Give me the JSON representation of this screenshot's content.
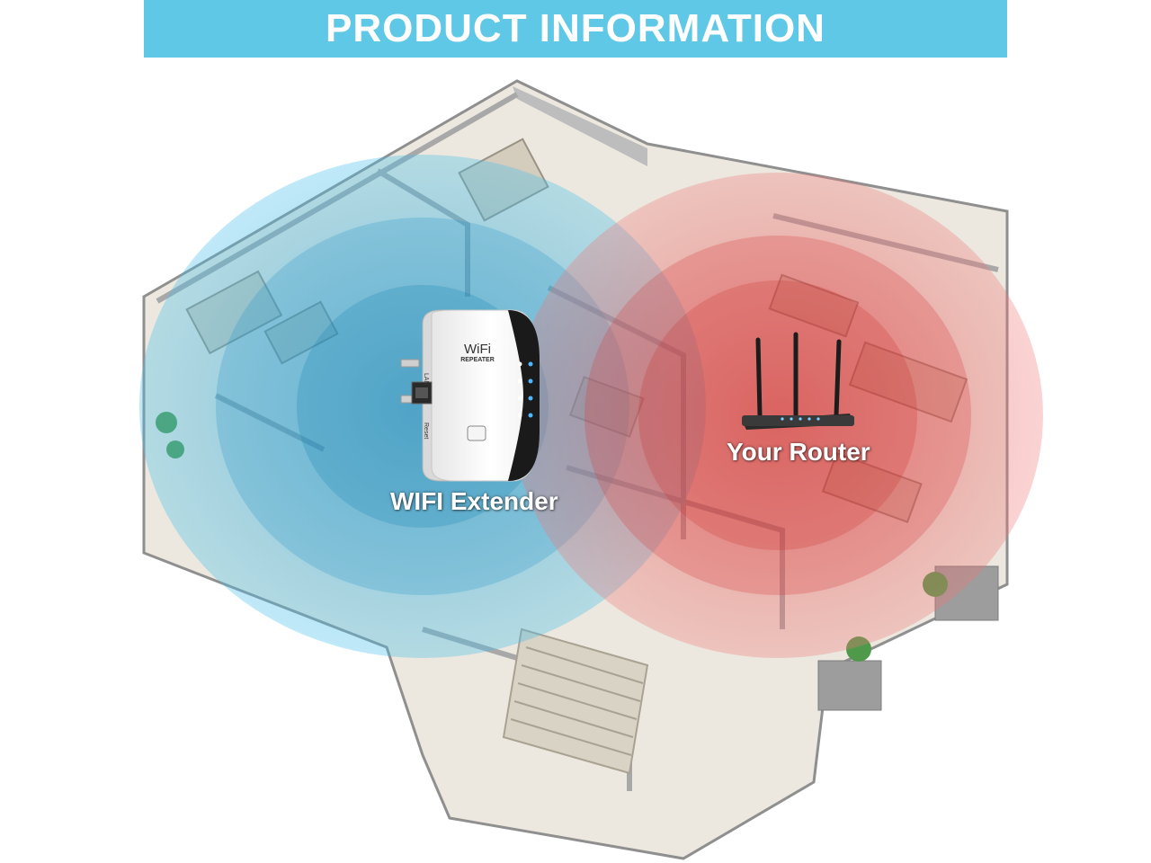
{
  "header": {
    "title": "PRODUCT INFORMATION",
    "bg_color": "#5ec8e6"
  },
  "labels": {
    "extender": "WIFI Extender",
    "router": "Your Router"
  },
  "device": {
    "brand_logo": "WiFi",
    "model_text": "REPEATER",
    "port_label": "LAN",
    "reset_label": "Reset",
    "icons": [
      "power-icon",
      "sync-icon",
      "signal-icon",
      "lan-icon",
      "wps-button-icon"
    ]
  },
  "router": {
    "icon": "router-icon"
  },
  "colors": {
    "extender_signal": "#3fb8e4",
    "router_signal": "#ef5a5a",
    "floor": "#e9e5dc"
  }
}
